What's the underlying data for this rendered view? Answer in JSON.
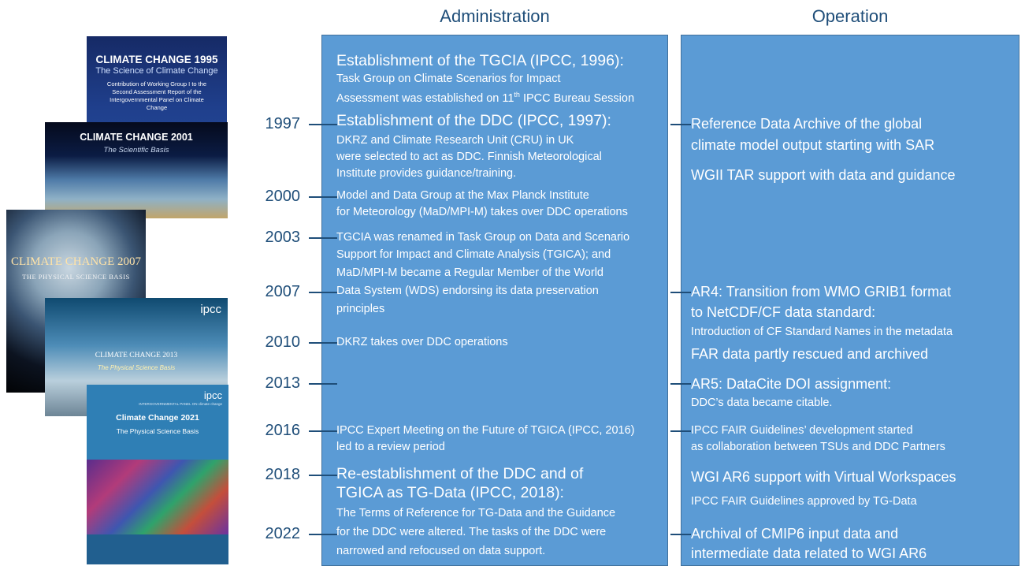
{
  "headers": {
    "administration": "Administration",
    "operation": "Operation"
  },
  "covers": [
    {
      "title": "CLIMATE CHANGE 1995",
      "subtitle": "The Science of Climate Change",
      "desc": "Contribution of Working Group I to the Second Assessment Report of the Intergovernmental Panel on Climate Change"
    },
    {
      "title": "CLIMATE CHANGE 2001",
      "subtitle": "The Scientific Basis"
    },
    {
      "title": "CLIMATE CHANGE 2007",
      "subtitle": "THE PHYSICAL SCIENCE BASIS"
    },
    {
      "title": "CLIMATE CHANGE 2013",
      "subtitle": "The Physical Science Basis",
      "logo": "ipcc"
    },
    {
      "title": "Climate Change 2021",
      "subtitle": "The Physical Science Basis",
      "logo": "ipcc",
      "tagline": "INTERGOVERNMENTAL PANEL ON climate change"
    }
  ],
  "years": [
    "1997",
    "2000",
    "2003",
    "2007",
    "2010",
    "2013",
    "2016",
    "2018",
    "2022"
  ],
  "admin": {
    "e1_title": "Establishment of the TGCIA (IPCC, 1996):",
    "e1_l1": "Task Group on Climate Scenarios for Impact",
    "e1_l2a": "Assessment was established on 11",
    "e1_l2sup": "th",
    "e1_l2b": " IPCC Bureau Session",
    "e2_title": "Establishment of the DDC (IPCC, 1997):",
    "e2_l1": "DKRZ and Climate Research Unit (CRU) in UK",
    "e2_l2": "were selected to act as DDC. Finnish Meteorological",
    "e2_l3": "Institute provides guidance/training.",
    "e3_l1": "Model and Data Group at the Max Planck Institute",
    "e3_l2": "for Meteorology (MaD/MPI-M) takes over DDC operations",
    "e4_l1": "TGCIA was renamed in Task Group on Data and Scenario",
    "e4_l2": "Support for Impact and Climate Analysis (TGICA); and",
    "e4_l3": "MaD/MPI-M became a Regular Member of the World",
    "e4_l4": "Data System (WDS) endorsing its data preservation",
    "e4_l5": "principles",
    "e5": "DKRZ takes over DDC operations",
    "e6_l1": "IPCC Expert Meeting on the Future of TGICA (IPCC, 2016)",
    "e6_l2": "led to a review period",
    "e7_t1": "Re-establishment of the DDC and of",
    "e7_t2": "TGICA as TG-Data (IPCC, 2018):",
    "e7_l1": "The Terms of Reference for TG-Data and the Guidance",
    "e7_l2": "for the DDC were altered. The tasks of the DDC were",
    "e7_l3": "narrowed and refocused on data support."
  },
  "operation": {
    "o1_l1": "Reference Data Archive of the global",
    "o1_l2": "climate model output starting with SAR",
    "o2": "WGII TAR support with data and guidance",
    "o3_l1": "AR4: Transition from WMO GRIB1 format",
    "o3_l2": "to NetCDF/CF data standard:",
    "o3_l3": "Introduction of CF Standard Names in the metadata",
    "o4": "FAR data partly rescued and archived",
    "o5_l1": "AR5: DataCite DOI assignment:",
    "o5_l2": "DDC’s data became citable.",
    "o6_l1": "IPCC FAIR Guidelines’ development started",
    "o6_l2": "as collaboration between TSUs and DDC Partners",
    "o7": "WGI AR6 support with Virtual Workspaces",
    "o8": "IPCC FAIR Guidelines approved by TG-Data",
    "o9_l1": "Archival of CMIP6 input data and",
    "o9_l2": "intermediate data related to WGI AR6"
  }
}
